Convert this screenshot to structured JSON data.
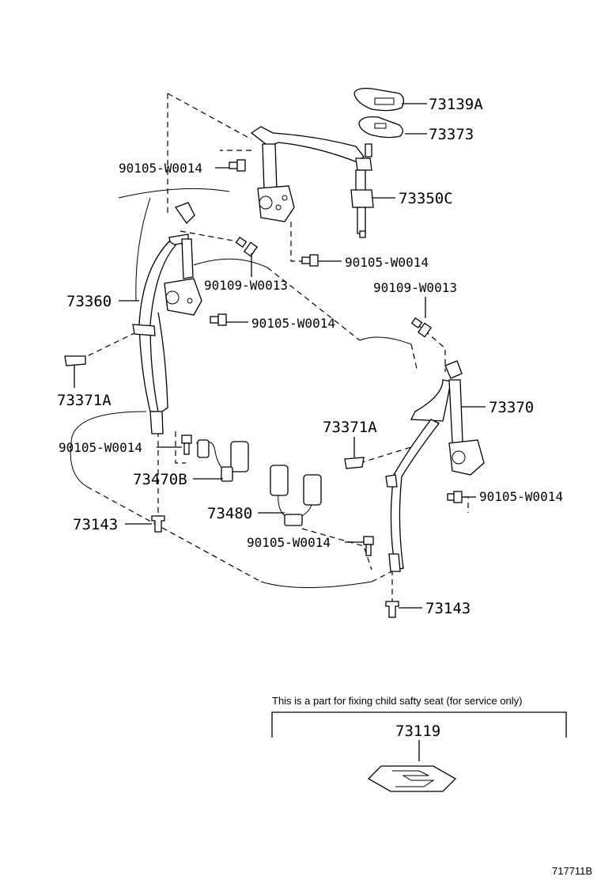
{
  "labels": {
    "p73139A": "73139A",
    "p73373": "73373",
    "p90105_a": "90105-W0014",
    "p73350C": "73350C",
    "p90105_b": "90105-W0014",
    "p90109_a": "90109-W0013",
    "p73360": "73360",
    "p90105_c": "90105-W0014",
    "p90109_b": "90109-W0013",
    "p73371A_a": "73371A",
    "p73370": "73370",
    "p73371A_b": "73371A",
    "p90105_d": "90105-W0014",
    "p73470B": "73470B",
    "p90105_e": "90105-W0014",
    "p73480": "73480",
    "p73143_a": "73143",
    "p90105_f": "90105-W0014",
    "p73143_b": "73143"
  },
  "service_box": {
    "note": "This is a part for fixing child safty seat (for service only)",
    "part": "73119"
  },
  "diagram_code": "717711B"
}
